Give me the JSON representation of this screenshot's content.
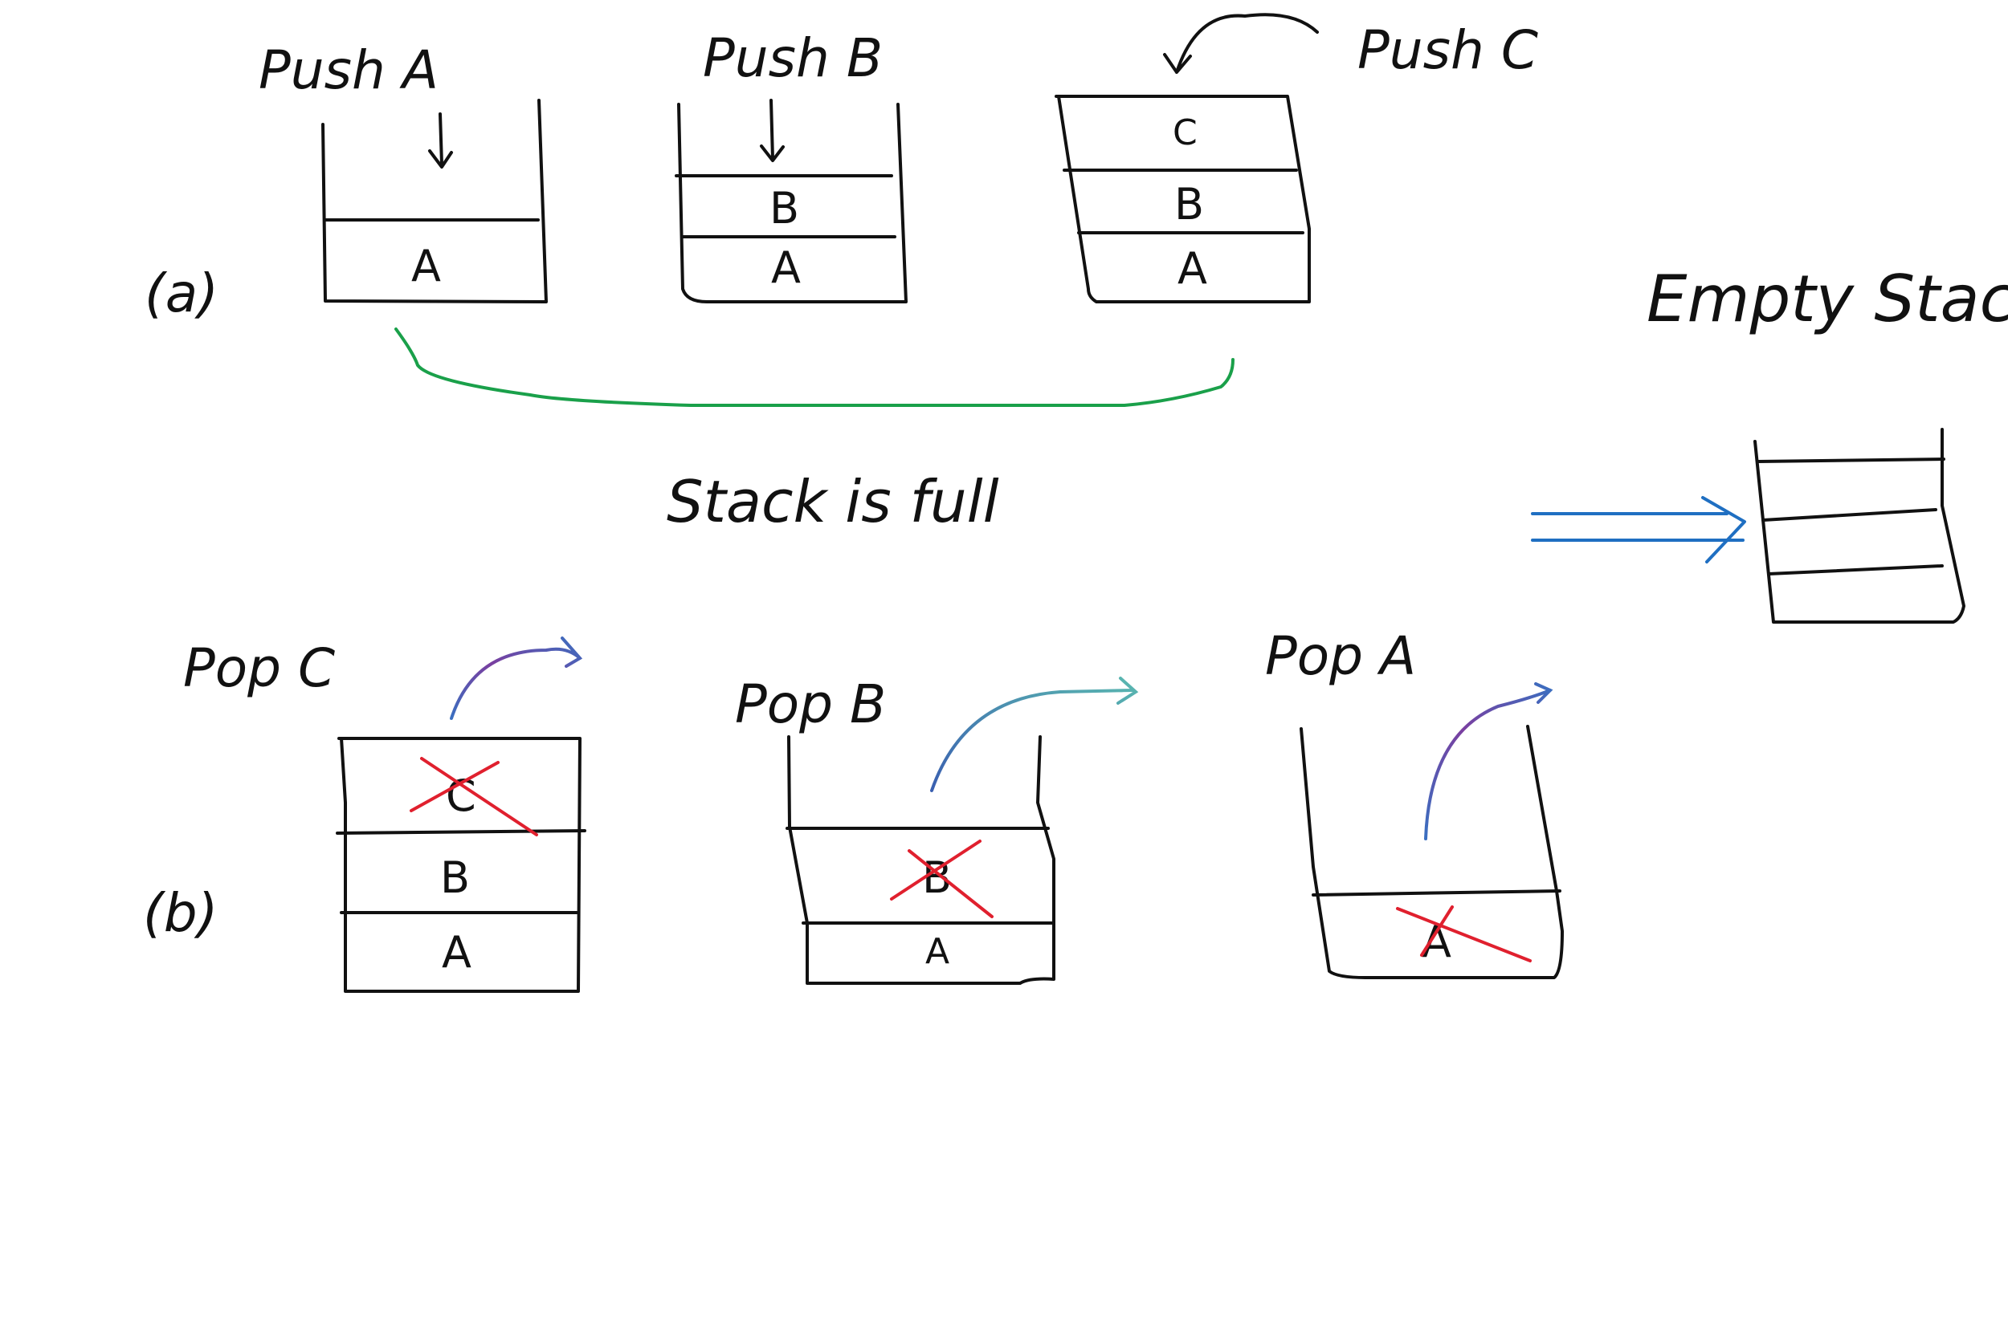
{
  "colors": {
    "ink": "#111111",
    "green": "#1aa04a",
    "blue": "#1f6fc2",
    "red": "#e0202e",
    "purple": "#6a3fa0",
    "teal": "#4aa8b8"
  },
  "part_a": {
    "label": "(a)",
    "steps": [
      {
        "title": "Push A",
        "cells": [
          "A"
        ]
      },
      {
        "title": "Push B",
        "cells": [
          "B",
          "A"
        ]
      },
      {
        "title": "Push C",
        "cells": [
          "C",
          "B",
          "A"
        ]
      }
    ],
    "bracket_caption": "Stack is full"
  },
  "part_b": {
    "label": "(b)",
    "steps": [
      {
        "title": "Pop C",
        "cells": [
          "C",
          "B",
          "A"
        ],
        "removed": "C"
      },
      {
        "title": "Pop B",
        "cells": [
          "B",
          "A"
        ],
        "removed": "B"
      },
      {
        "title": "Pop A",
        "cells": [
          "A"
        ],
        "removed": "A"
      }
    ]
  },
  "result": {
    "title": "Empty Stack"
  }
}
